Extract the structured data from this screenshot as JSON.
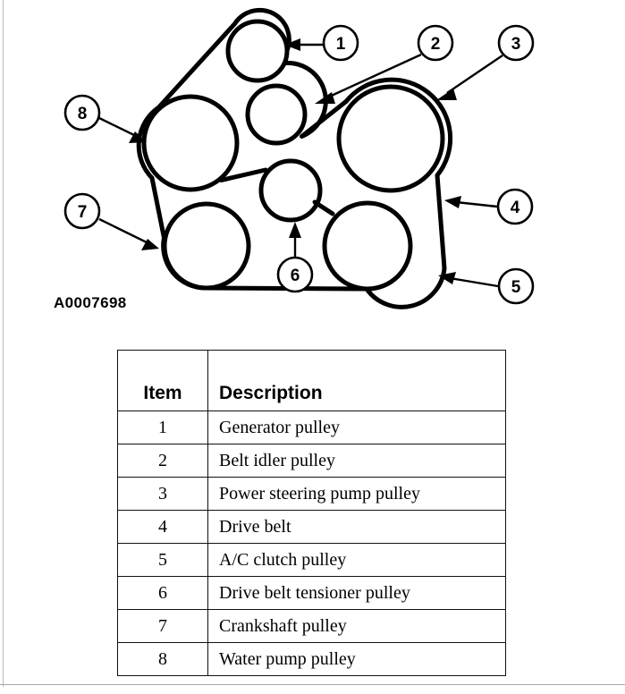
{
  "diagram": {
    "part_number": "A0007698",
    "callouts": [
      {
        "number": "1",
        "target": "generator-pulley"
      },
      {
        "number": "2",
        "target": "belt-idler-pulley"
      },
      {
        "number": "3",
        "target": "power-steering-pump-pulley"
      },
      {
        "number": "4",
        "target": "drive-belt"
      },
      {
        "number": "5",
        "target": "ac-clutch-pulley"
      },
      {
        "number": "6",
        "target": "drive-belt-tensioner-pulley"
      },
      {
        "number": "7",
        "target": "crankshaft-pulley"
      },
      {
        "number": "8",
        "target": "water-pump-pulley"
      }
    ],
    "colors": {
      "line": "#000000",
      "background": "#ffffff"
    }
  },
  "table": {
    "headers": {
      "item": "Item",
      "description": "Description"
    },
    "rows": [
      {
        "item": "1",
        "description": "Generator pulley"
      },
      {
        "item": "2",
        "description": "Belt idler pulley"
      },
      {
        "item": "3",
        "description": "Power steering pump pulley"
      },
      {
        "item": "4",
        "description": "Drive belt"
      },
      {
        "item": "5",
        "description": "A/C clutch pulley"
      },
      {
        "item": "6",
        "description": "Drive belt tensioner pulley"
      },
      {
        "item": "7",
        "description": "Crankshaft pulley"
      },
      {
        "item": "8",
        "description": "Water pump pulley"
      }
    ]
  }
}
